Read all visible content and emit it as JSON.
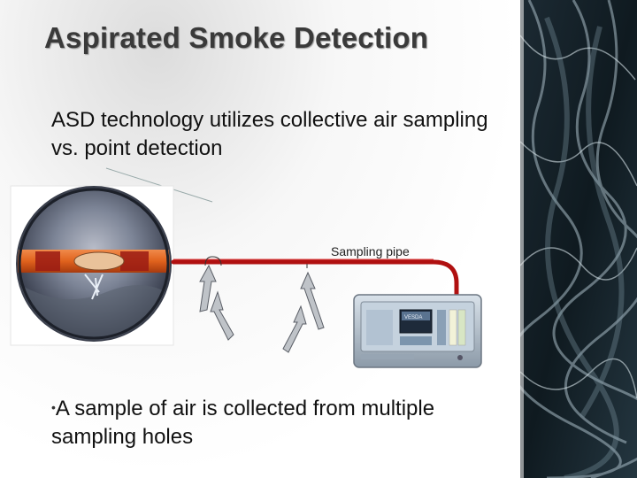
{
  "slide": {
    "title": "Aspirated Smoke Detection",
    "body": "ASD technology utilizes collective air sampling vs. point detection",
    "bullet_marker": "•",
    "bullet": "A sample of air is collected from multiple sampling holes"
  },
  "diagram": {
    "pipe_label": "Sampling pipe",
    "detector_label": "VESDA",
    "colors": {
      "pipe": "#b01010",
      "inset_pipe": "#e0621d",
      "detector_body": "#a9b8c8",
      "screen": "#1e2a3a"
    }
  }
}
